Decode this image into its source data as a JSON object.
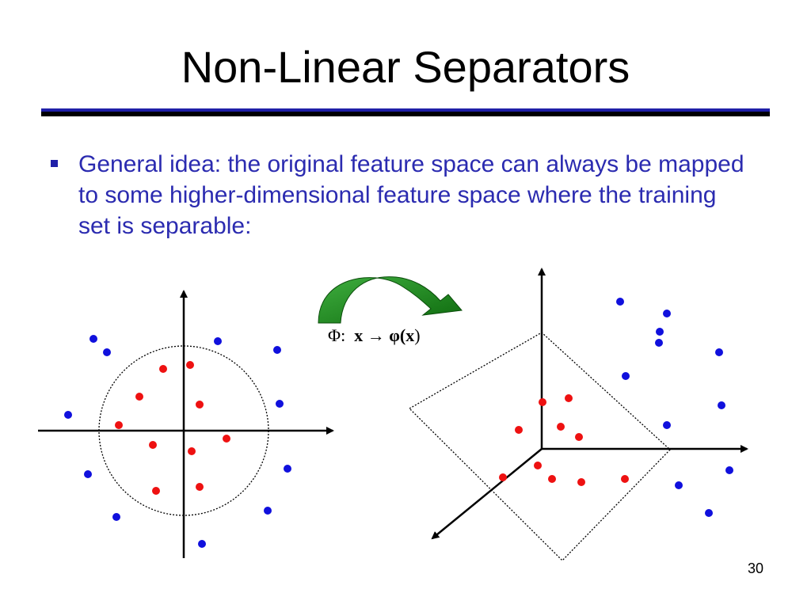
{
  "slide": {
    "title": "Non-Linear Separators",
    "bullet": "General idea: the original feature space can always be mapped to some higher-dimensional feature space where the training set is separable:",
    "mapping_label": {
      "phi": "Φ:",
      "x": "x",
      "arrow": "→",
      "phi_x": "φ(",
      "x2": "x",
      "close": ")"
    },
    "page_number": "30"
  },
  "colors": {
    "title_text": "#000000",
    "bullet_text": "#2b2bb0",
    "rule_blue": "#1f1fa8",
    "red_point": "#ee1111",
    "blue_point": "#1010dd",
    "arrow_green": "#1e8a1e"
  },
  "icons": {
    "bullet": "square-bullet-icon",
    "mapping_arrow": "curved-green-arrow-icon"
  }
}
